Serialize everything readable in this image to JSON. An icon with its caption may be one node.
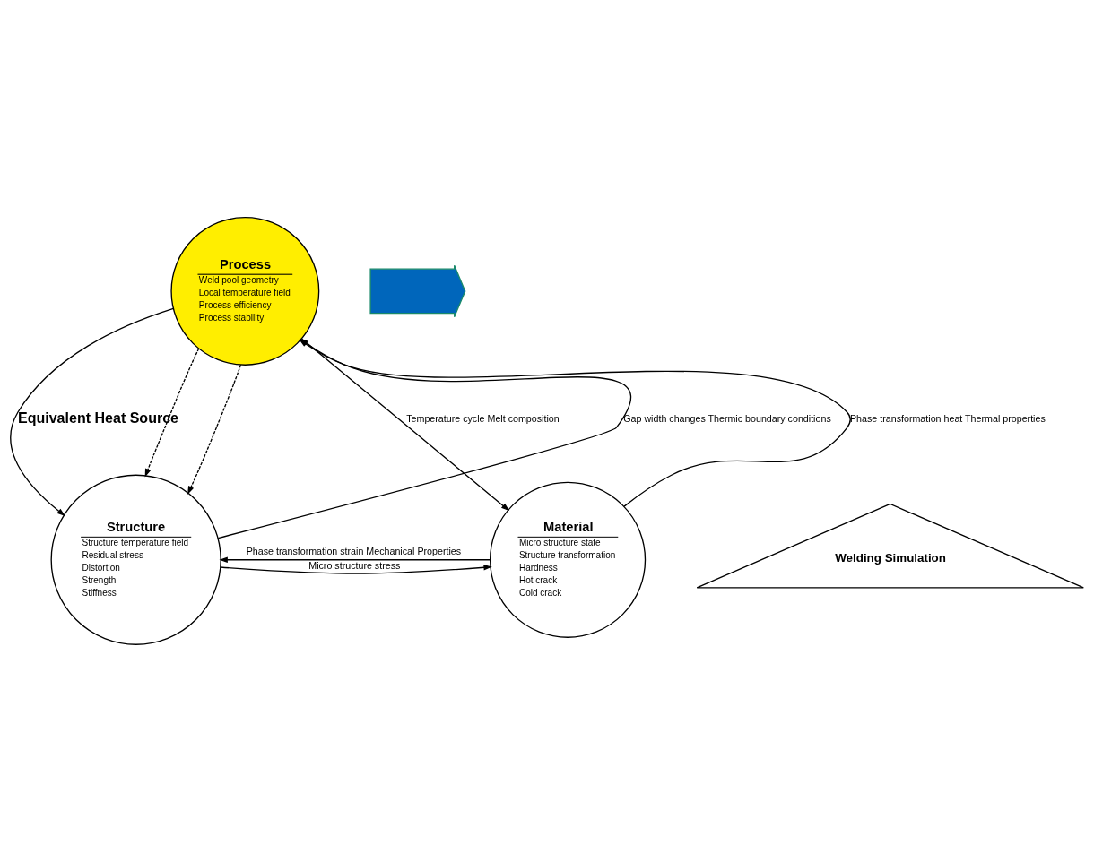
{
  "diagram": {
    "nodes": [
      {
        "text": [
          "Process",
          "Weld pool geometry",
          "Local temperature field",
          "Process efficiency",
          "Process stability"
        ]
      },
      {
        "text": [
          "Welding Simulation"
        ]
      },
      {
        "text": [
          "Structure",
          "Structure temperature field",
          "Residual stress",
          "Distortion",
          "Strength",
          "Stiffness"
        ]
      },
      {
        "text": [
          "Material",
          "Micro structure state",
          "Structure transformation",
          "Hardness",
          "Hot crack",
          "Cold crack"
        ]
      },
      {
        "text": [],
        "shape": "arrow"
      }
    ],
    "edges": [
      {
        "from": 0,
        "to": 2,
        "arrow": "to",
        "label": "Equivalent Heat Source"
      },
      {
        "from": 0,
        "to": 2,
        "arrow": "to",
        "style": "dashed"
      },
      {
        "from": 0,
        "to": 2,
        "arrow": "to",
        "style": "dashed"
      },
      {
        "from": 2,
        "to": 0,
        "arrow": "to",
        "label": "Gap width changes Thermic boundary conditions"
      },
      {
        "from": 3,
        "to": 0,
        "arrow": "to",
        "label": "Phase transformation heat Thermal properties"
      },
      {
        "from": 0,
        "to": 3,
        "arrow": "to",
        "label": "Temperature cycle Melt composition"
      },
      {
        "from": 2,
        "to": 3,
        "arrow": "to",
        "label": "Micro structure stress"
      },
      {
        "from": 3,
        "to": 2,
        "arrow": "to",
        "label": "Phase transformation strain Mechanical Properties"
      }
    ]
  }
}
